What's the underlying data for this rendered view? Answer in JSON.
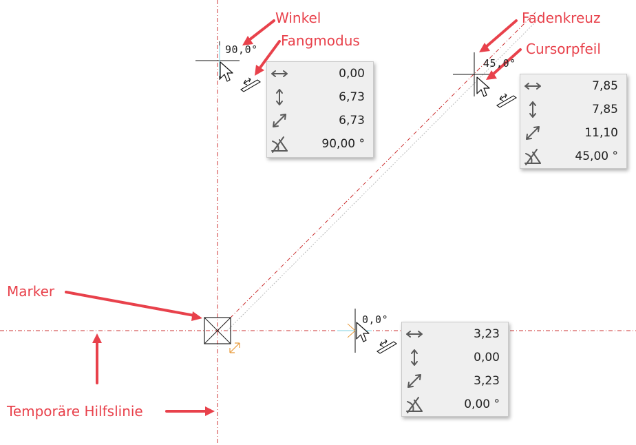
{
  "labels": {
    "winkel": "Winkel",
    "fangmodus": "Fangmodus",
    "fadenkreuz": "Fadenkreuz",
    "cursorpfeil": "Cursorpfeil",
    "marker": "Marker",
    "hilfslinie": "Temporäre Hilfslinie"
  },
  "angle_readouts": {
    "vertical": "90,0°",
    "diagonal": "45,0°",
    "horizontal": "0,0°"
  },
  "panels": {
    "vertical": {
      "dx": "0,00",
      "dy": "6,73",
      "distance": "6,73",
      "angle": "90,00 °"
    },
    "diagonal": {
      "dx": "7,85",
      "dy": "7,85",
      "distance": "11,10",
      "angle": "45,00 °"
    },
    "horizontal": {
      "dx": "3,23",
      "dy": "0,00",
      "distance": "3,23",
      "angle": "0,00 °"
    }
  },
  "colors": {
    "annotation": "#e8414b",
    "guide_line": "#cc3333",
    "snap_accent": "#e89a3a",
    "panel_bg": "#efefef",
    "icon": "#5a5a5a"
  }
}
